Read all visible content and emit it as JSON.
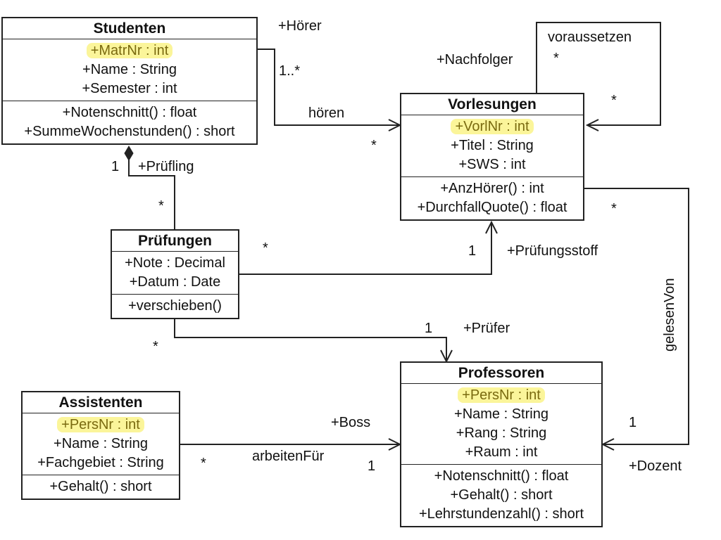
{
  "classes": {
    "studenten": {
      "name": "Studenten",
      "key": "+MatrNr : int",
      "attributes": [
        "+Name : String",
        "+Semester : int"
      ],
      "methods": [
        "+Notenschnitt() : float",
        "+SummeWochenstunden() : short"
      ]
    },
    "vorlesungen": {
      "name": "Vorlesungen",
      "key": "+VorlNr : int",
      "attributes": [
        "+Titel : String",
        "+SWS : int"
      ],
      "methods": [
        "+AnzHörer() : int",
        "+DurchfallQuote() : float"
      ]
    },
    "pruefungen": {
      "name": "Prüfungen",
      "attributes": [
        "+Note : Decimal",
        "+Datum : Date"
      ],
      "methods": [
        "+verschieben()"
      ]
    },
    "assistenten": {
      "name": "Assistenten",
      "key": "+PersNr : int",
      "attributes": [
        "+Name : String",
        "+Fachgebiet : String"
      ],
      "methods": [
        "+Gehalt() : short"
      ]
    },
    "professoren": {
      "name": "Professoren",
      "key": "+PersNr : int",
      "attributes": [
        "+Name : String",
        "+Rang : String",
        "+Raum : int"
      ],
      "methods": [
        "+Notenschnitt() : float",
        "+Gehalt() : short",
        "+Lehrstundenzahl() : short"
      ]
    }
  },
  "associations": {
    "hoeren": {
      "name": "hören",
      "role_source": "+Hörer",
      "mult_source": "1..*",
      "mult_target": "*"
    },
    "voraussetzen": {
      "name": "voraussetzen",
      "role": "+Nachfolger",
      "mult_top": "*",
      "mult_bottom": "*"
    },
    "pruefling": {
      "role": "+Prüfling",
      "mult_student": "1",
      "mult_pruefung": "*"
    },
    "pruefungsstoff": {
      "role": "+Prüfungsstoff",
      "mult_pruefung": "*",
      "mult_vorlesung": "1"
    },
    "pruefer": {
      "role": "+Prüfer",
      "mult_pruefung": "*",
      "mult_professor": "1"
    },
    "gelesenVon": {
      "name": "gelesenVon",
      "role": "+Dozent",
      "mult_vorlesung": "*",
      "mult_professor": "1"
    },
    "arbeitenFuer": {
      "name": "arbeitenFür",
      "role": "+Boss",
      "mult_assistent": "*",
      "mult_professor": "1"
    }
  },
  "colors": {
    "highlight": "#fbf59a",
    "line": "#222222"
  }
}
